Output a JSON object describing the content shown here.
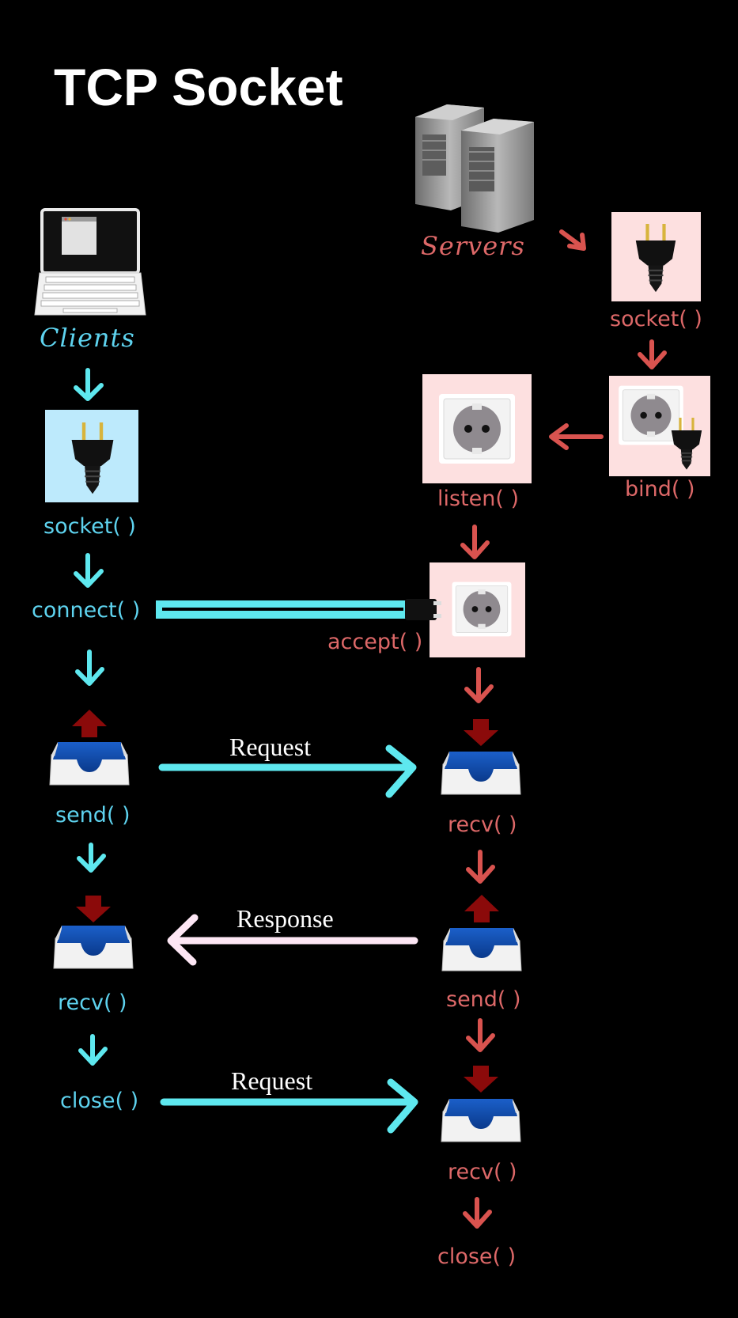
{
  "title": "TCP Socket",
  "client": {
    "label": "Clients",
    "steps": {
      "socket": "socket( )",
      "connect": "connect( )",
      "send": "send( )",
      "recv": "recv( )",
      "close": "close( )"
    }
  },
  "server": {
    "label": "Servers",
    "steps": {
      "socket": "socket( )",
      "bind": "bind( )",
      "listen": "listen( )",
      "accept": "accept( )",
      "recv1": "recv( )",
      "send": "send( )",
      "recv2": "recv( )",
      "close": "close( )"
    }
  },
  "messages": {
    "request1": "Request",
    "response": "Response",
    "request2": "Request"
  },
  "colors": {
    "client": "#5ed3ef",
    "server": "#dd6868",
    "client_tile": "#bdeafc",
    "server_tile": "#fde0e0",
    "response_line": "#fde6f4"
  }
}
